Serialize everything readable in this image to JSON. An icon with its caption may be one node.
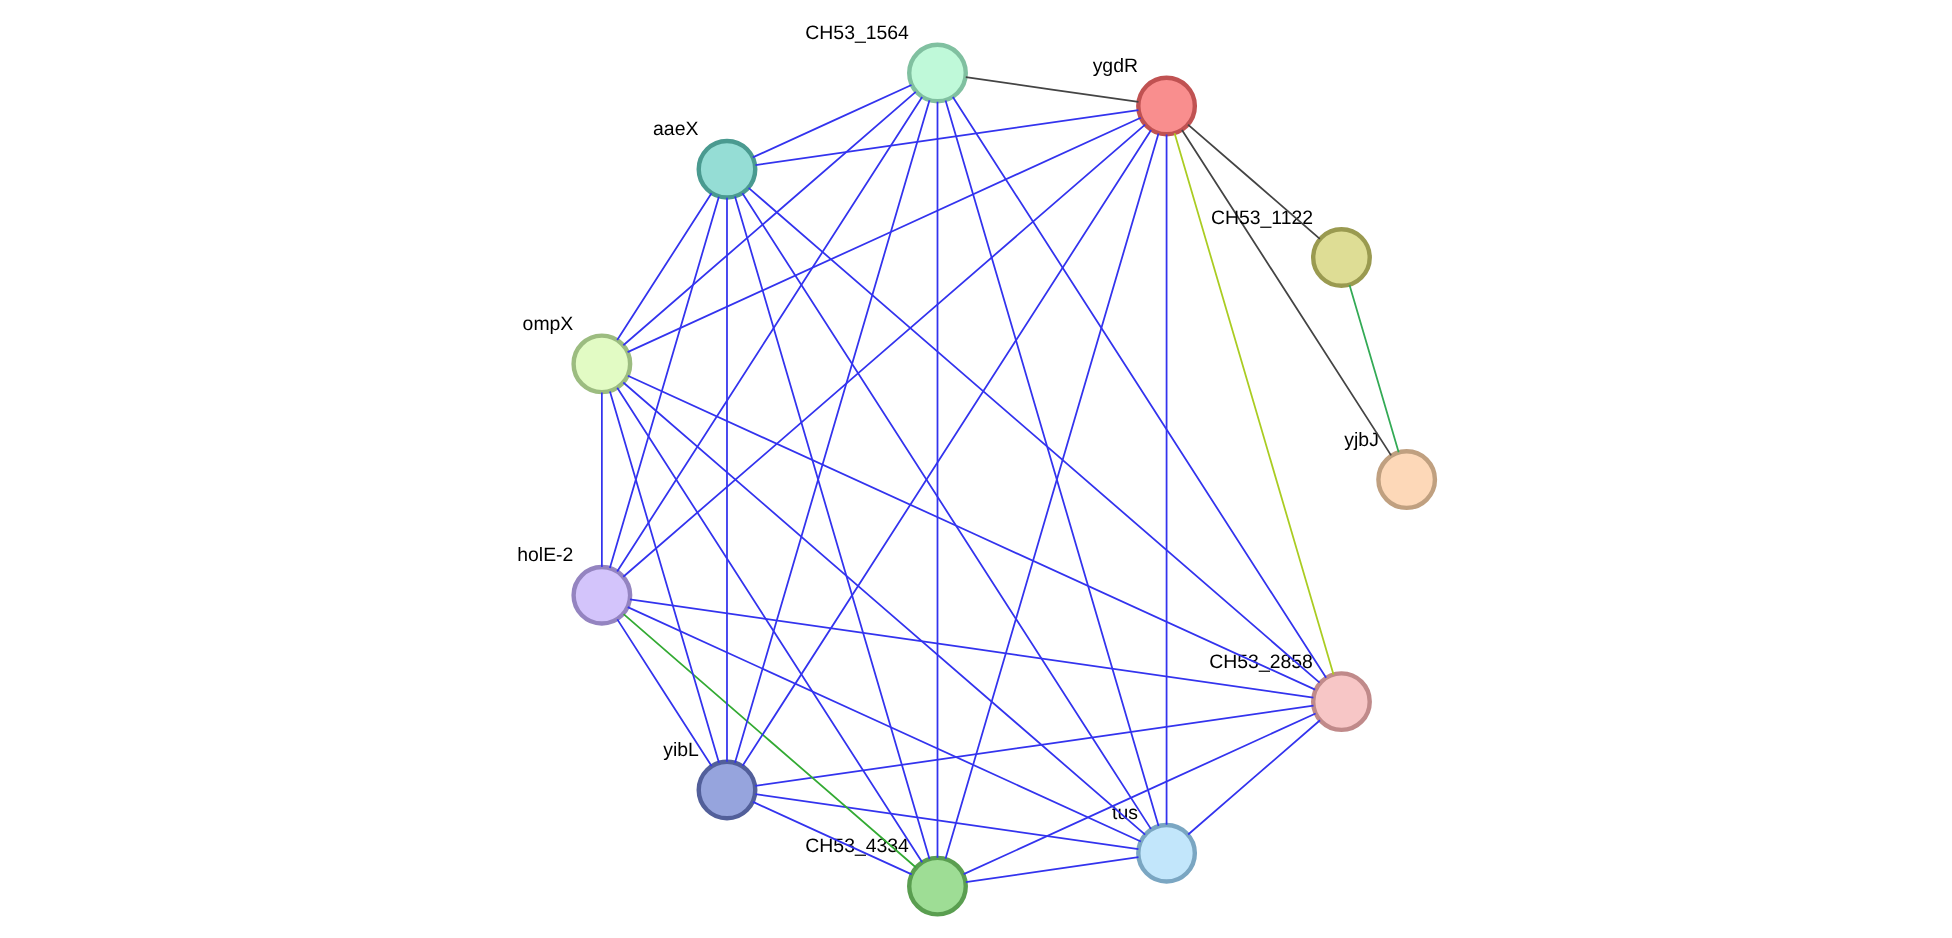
{
  "diagram": {
    "nodes": [
      {
        "text": [],
        "shape": "circle",
        "beside": [
          "CH53_2858"
        ]
      },
      {
        "text": [],
        "shape": "circle",
        "beside": [
          "tus"
        ]
      },
      {
        "text": [],
        "shape": "circle",
        "beside": [
          "CH53_4334"
        ]
      },
      {
        "text": [],
        "shape": "circle",
        "beside": [
          "yibL"
        ]
      },
      {
        "text": [],
        "shape": "circle",
        "beside": [
          "holE-2"
        ]
      },
      {
        "text": [],
        "shape": "circle",
        "beside": [
          "ompX"
        ]
      },
      {
        "text": [],
        "shape": "circle",
        "beside": [
          "ygdR"
        ]
      },
      {
        "text": [],
        "shape": "circle",
        "beside": [
          "aaeX"
        ]
      },
      {
        "text": [],
        "shape": "circle",
        "beside": [
          "CH53_1564"
        ]
      },
      {
        "text": [],
        "shape": "circle",
        "beside": [
          "yjbJ"
        ]
      },
      {
        "text": [],
        "shape": "circle",
        "beside": [
          "CH53_1122"
        ]
      }
    ],
    "edges": [
      {
        "from": 0,
        "to": 1,
        "arrow": "none"
      },
      {
        "from": 0,
        "to": 2,
        "arrow": "none"
      },
      {
        "from": 0,
        "to": 3,
        "arrow": "none"
      },
      {
        "from": 0,
        "to": 4,
        "arrow": "none"
      },
      {
        "from": 0,
        "to": 5,
        "arrow": "none"
      },
      {
        "from": 0,
        "to": 6,
        "arrow": "none",
        "color": "#aacc22"
      },
      {
        "from": 0,
        "to": 7,
        "arrow": "none"
      },
      {
        "from": 0,
        "to": 8,
        "arrow": "none"
      },
      {
        "from": 1,
        "to": 2,
        "arrow": "none"
      },
      {
        "from": 1,
        "to": 3,
        "arrow": "none"
      },
      {
        "from": 1,
        "to": 4,
        "arrow": "none"
      },
      {
        "from": 1,
        "to": 5,
        "arrow": "none"
      },
      {
        "from": 1,
        "to": 6,
        "arrow": "none"
      },
      {
        "from": 1,
        "to": 7,
        "arrow": "none"
      },
      {
        "from": 1,
        "to": 8,
        "arrow": "none"
      },
      {
        "from": 2,
        "to": 3,
        "arrow": "none"
      },
      {
        "from": 2,
        "to": 4,
        "arrow": "none",
        "color": "#33aa33"
      },
      {
        "from": 2,
        "to": 5,
        "arrow": "none"
      },
      {
        "from": 2,
        "to": 6,
        "arrow": "none"
      },
      {
        "from": 2,
        "to": 7,
        "arrow": "none"
      },
      {
        "from": 2,
        "to": 8,
        "arrow": "none"
      },
      {
        "from": 3,
        "to": 4,
        "arrow": "none"
      },
      {
        "from": 3,
        "to": 5,
        "arrow": "none"
      },
      {
        "from": 3,
        "to": 6,
        "arrow": "none"
      },
      {
        "from": 3,
        "to": 7,
        "arrow": "none"
      },
      {
        "from": 3,
        "to": 8,
        "arrow": "none"
      },
      {
        "from": 4,
        "to": 5,
        "arrow": "none"
      },
      {
        "from": 4,
        "to": 6,
        "arrow": "none"
      },
      {
        "from": 4,
        "to": 7,
        "arrow": "none"
      },
      {
        "from": 4,
        "to": 8,
        "arrow": "none"
      },
      {
        "from": 5,
        "to": 6,
        "arrow": "none"
      },
      {
        "from": 5,
        "to": 7,
        "arrow": "none"
      },
      {
        "from": 5,
        "to": 8,
        "arrow": "none"
      },
      {
        "from": 6,
        "to": 7,
        "arrow": "none"
      },
      {
        "from": 6,
        "to": 8,
        "arrow": "none",
        "color": "#444444"
      },
      {
        "from": 7,
        "to": 8,
        "arrow": "none"
      },
      {
        "from": 6,
        "to": 9,
        "arrow": "none",
        "color": "#444444"
      },
      {
        "from": 6,
        "to": 10,
        "arrow": "none",
        "color": "#444444"
      },
      {
        "from": 9,
        "to": 10,
        "arrow": "none",
        "color": "#33aa55"
      }
    ]
  }
}
